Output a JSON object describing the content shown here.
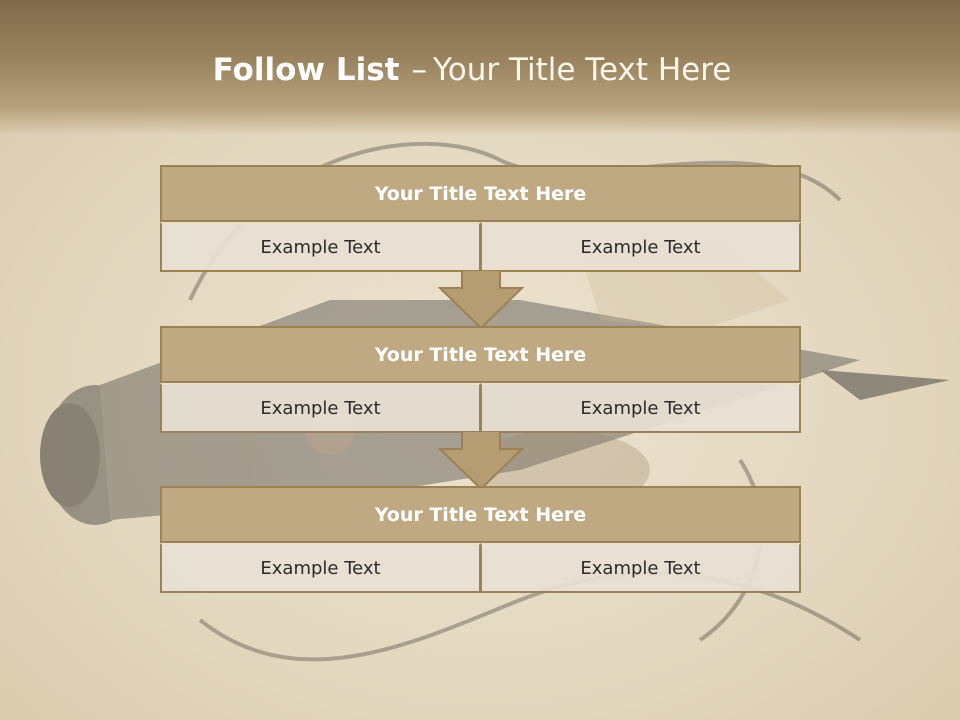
{
  "slide": {
    "title_bold": "Follow List",
    "title_dash": "–",
    "title_rest": "Your Title Text Here"
  },
  "blocks": [
    {
      "heading": "Your Title Text Here",
      "cells": [
        "Example Text",
        "Example Text"
      ]
    },
    {
      "heading": "Your Title Text Here",
      "cells": [
        "Example Text",
        "Example Text"
      ]
    },
    {
      "heading": "Your Title Text Here",
      "cells": [
        "Example Text",
        "Example Text"
      ]
    }
  ],
  "colors": {
    "header_fill": "#bfa983",
    "border": "#9b8255",
    "cell_fill": "#e8e0d4",
    "arrow_fill": "#b59c73"
  }
}
